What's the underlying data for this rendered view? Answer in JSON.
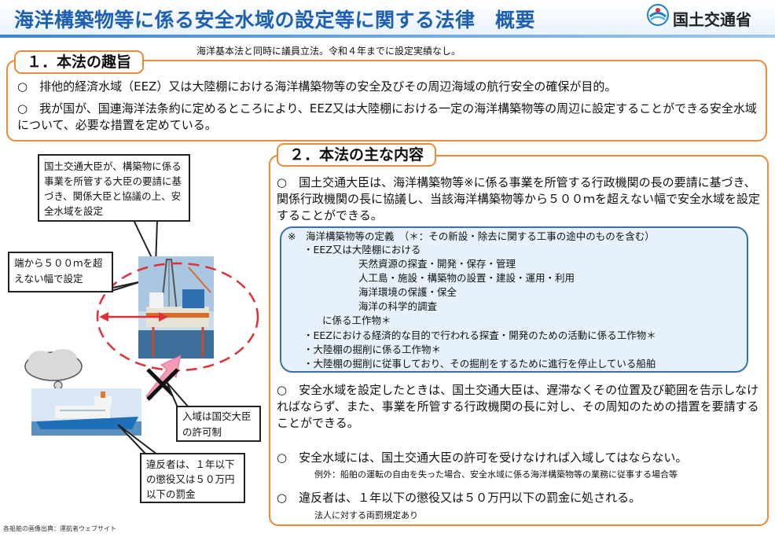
{
  "header": {
    "title": "海洋構築物等に係る安全水域の設定等に関する法律　概要",
    "org_name": "国土交通省",
    "logo_icon": "mlit-logo-icon"
  },
  "note": "海洋基本法と同時に議員立法。令和４年までに設定実績なし。",
  "section1": {
    "label": "１．本法の趣旨",
    "paragraphs": [
      "○　排他的経済水域（EEZ）又は大陸棚における海洋構築物等の安全及びその周辺海域の航行安全の確保が目的。",
      "○　我が国が、国連海洋法条約に定めるところにより、EEZ又は大陸棚における一定の海洋構築物等の周辺に設定することができる安全水域について、必要な措置を定めている。"
    ]
  },
  "section2": {
    "label": "２．本法の主な内容",
    "p1": "○　国土交通大臣は、海洋構築物等※に係る事業を所管する行政機関の長の要請に基づき、関係行政機関の長に協議し、当該海洋構築物等から５００ｍを超えない幅で安全水域を設定することができる。",
    "definition": {
      "heading": "※　海洋構築物等の定義　（＊：その新設・除去に関する工事の途中のものを含む）",
      "item1": "・EEZ又は大陸棚における",
      "sub_items": [
        "天然資源の探査・開発・保存・管理",
        "人工島・施設・構築物の設置・建設・運用・利用",
        "海洋環境の保護・保全",
        "海洋の科学的調査"
      ],
      "tail": "に係る工作物＊",
      "item2": "・EEZにおける経済的な目的で行われる探査・開発のための活動に係る工作物＊",
      "item3": "・大陸棚の掘削に係る工作物＊",
      "item4": "・大陸棚の掘削に従事しており、その掘削をするために進行を停止している船舶"
    },
    "p2": "○　安全水域を設定したときは、国土交通大臣は、遅滞なくその位置及び範囲を告示しなければならず、また、事業を所管する行政機関の長に対し、その周知のための措置を要請することができる。",
    "p3": "○　安全水域には、国土交通大臣の許可を受けなければ入域してはならない。",
    "p3_exception": "例外：船舶の運転の自由を失った場合、安全水域に係る海洋構築物等の業務に従事する場合等",
    "p4": "○　違反者は、１年以下の懲役又は５０万円以下の罰金に処される。",
    "p4_exception": "法人に対する両罰規定あり"
  },
  "illustration": {
    "callout1": "国土交通大臣が、構築物に係る事業を所管する大臣の要請に基づき、関係大臣と協議の上、安全水域を設定",
    "callout2": "端から５００ｍを超えない幅で設定",
    "callout3": "入域は国交大臣の許可制",
    "callout4": "違反者は、１年以下の懲役又は５０万円以下の罰金",
    "credit": "各船舶の画像出典：運航者ウェブサイト"
  },
  "colors": {
    "title_blue": "#1c5fb3",
    "section_orange": "#e98a3a",
    "zone_red": "#e0303a",
    "definition_bg": "#e6f1fb",
    "arrow_pink": "#f39bb5"
  }
}
